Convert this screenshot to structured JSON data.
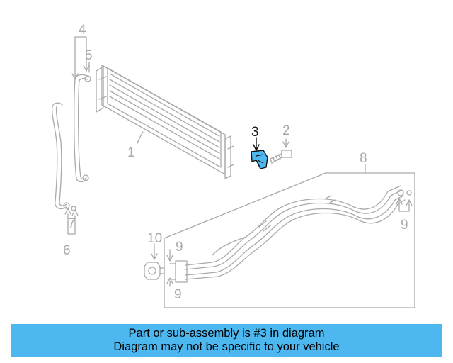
{
  "callouts": {
    "c1": "1",
    "c2": "2",
    "c3": "3",
    "c4": "4",
    "c5": "5",
    "c6": "6",
    "c7": "7",
    "c8": "8",
    "c9a": "9",
    "c9b": "9",
    "c9c": "9",
    "c10": "10"
  },
  "highlight_part": "3",
  "colors": {
    "line": "#a9a9a9",
    "highlight": "#111111",
    "part_fill": "#4db8f0",
    "banner": "#4db8f0"
  },
  "banner": {
    "line1": "Part or sub-assembly is #3 in diagram",
    "line2": "Diagram may not be specific to your vehicle"
  }
}
